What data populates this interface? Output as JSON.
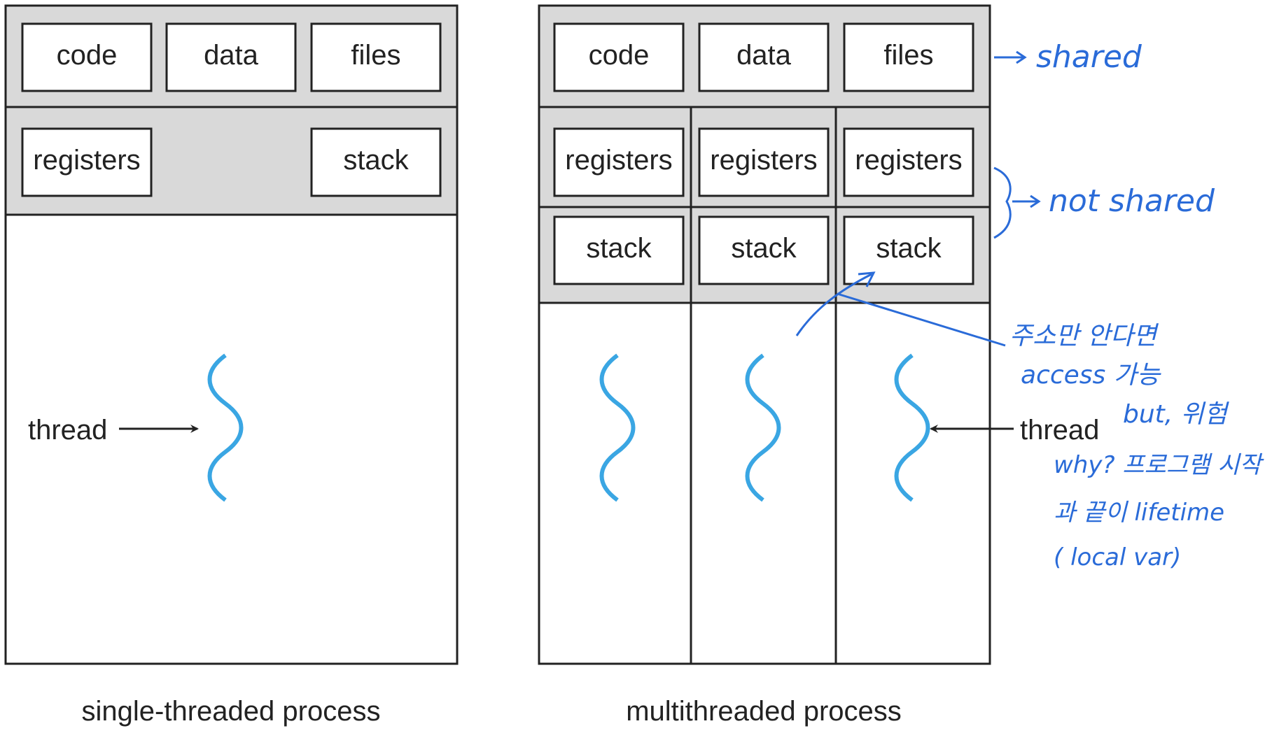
{
  "single": {
    "caption": "single-threaded process",
    "shared_boxes": [
      "code",
      "data",
      "files"
    ],
    "registers": "registers",
    "stack": "stack",
    "thread_label": "thread"
  },
  "multi": {
    "caption": "multithreaded process",
    "shared_boxes": [
      "code",
      "data",
      "files"
    ],
    "registers": [
      "registers",
      "registers",
      "registers"
    ],
    "stacks": [
      "stack",
      "stack",
      "stack"
    ],
    "thread_label": "thread"
  },
  "annotations": {
    "shared": "shared",
    "not_shared": "not shared",
    "note_lines": [
      "주소만 안다면",
      "access 가능",
      "but, 위험",
      "why? 프로그램 시작",
      "과 끝이 lifetime",
      "( local var)"
    ]
  },
  "colors": {
    "panel_gray": "#d9d9d9",
    "thread_blue": "#3aa6e3",
    "ink_blue": "#2a6bd8",
    "line": "#222222"
  }
}
